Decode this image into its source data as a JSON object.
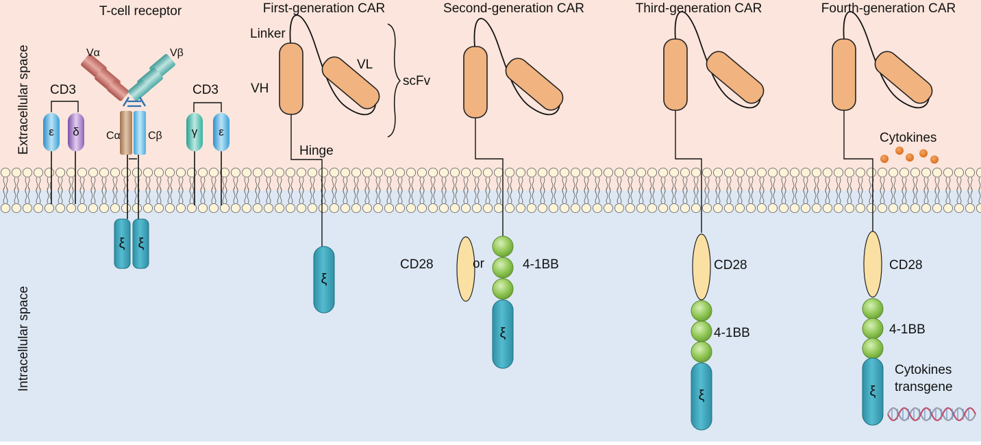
{
  "regions": {
    "extracellular": "Extracellular space",
    "intracellular": "Intracellular space"
  },
  "titles": {
    "tcr": "T-cell receptor",
    "gen1": "First-generation CAR",
    "gen2": "Second-generation CAR",
    "gen3": "Third-generation CAR",
    "gen4": "Fourth-generation CAR"
  },
  "tcr": {
    "cd3_left": "CD3",
    "cd3_right": "CD3",
    "epsilon": "ε",
    "delta": "δ",
    "gamma": "γ",
    "v_alpha": "Vα",
    "v_beta": "Vβ",
    "c_alpha": "Cα",
    "c_beta": "Cβ",
    "zeta": "ξ"
  },
  "car": {
    "linker": "Linker",
    "vh": "VH",
    "vl": "VL",
    "scfv": "scFv",
    "hinge": "Hinge",
    "zeta": "ξ",
    "cd28": "CD28",
    "or": "or",
    "fourone_bb": "4-1BB",
    "cytokines": "Cytokines",
    "cytokines_transgene_1": "Cytokines",
    "cytokines_transgene_2": "transgene"
  },
  "colors": {
    "extracellular_bg": "#fbe5dc",
    "intracellular_bg": "#dde8f4",
    "scfv_fill": "#f1b37f",
    "zeta_fill": "#3ea6bc",
    "cd28_fill": "#fbe0a3",
    "bb_fill": "#94c95a",
    "cytokine_fill": "#e57d2b",
    "lipid_head": "#fdf3d9"
  }
}
